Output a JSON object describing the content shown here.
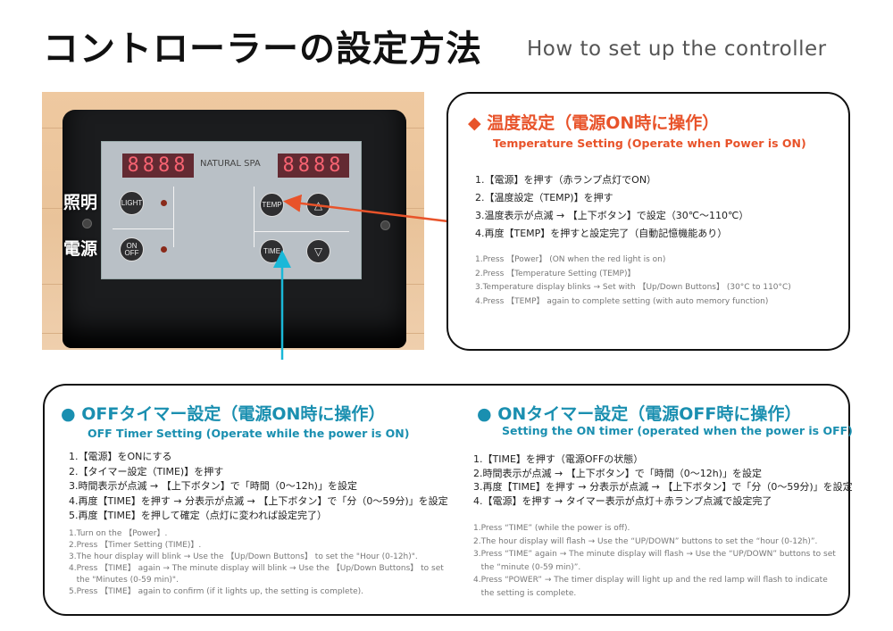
{
  "header": {
    "title": "コントローラーの設定方法",
    "subtitle": "How to set up the controller"
  },
  "colors": {
    "temp_accent": "#e8532a",
    "timer_accent": "#1a8fb0"
  },
  "photo": {
    "labels": {
      "light": "照明",
      "power": "電源"
    },
    "brand": "NATURAL SPA",
    "left_display": "8888",
    "right_display": "8888",
    "buttons": {
      "light": "LIGHT",
      "on": "ON",
      "off": "OFF",
      "temp": "TEMP",
      "time": "TIME",
      "up": "△",
      "down": "▽"
    }
  },
  "temp": {
    "marker": "◆",
    "title": "温度設定（電源ON時に操作）",
    "subtitle": "Temperature Setting (Operate when Power is ON)",
    "jp": [
      "1.【電源】を押す（赤ランプ点灯でON）",
      "2.【温度設定（TEMP)】を押す",
      "3.温度表示が点滅 → 【上下ボタン】で設定（30℃〜110℃）",
      "4.再度【TEMP】を押すと設定完了（自動記憶機能あり）"
    ],
    "en": [
      "1.Press 【Power】 (ON when the red light is on)",
      "2.Press 【Temperature Setting (TEMP)】",
      "3.Temperature display blinks → Set with 【Up/Down Buttons】 (30°C to 110°C)",
      "4.Press 【TEMP】 again to complete setting (with auto memory function)"
    ]
  },
  "off_timer": {
    "marker": "●",
    "title": "OFFタイマー設定（電源ON時に操作）",
    "subtitle": "OFF Timer Setting (Operate while the power is ON)",
    "jp": [
      "1.【電源】をONにする",
      "2.【タイマー設定（TIME)】を押す",
      "3.時間表示が点滅 → 【上下ボタン】で「時間（0〜12h)」を設定",
      "4.再度【TIME】を押す → 分表示が点滅 → 【上下ボタン】で「分（0〜59分)」を設定",
      "5.再度【TIME】を押して確定（点灯に変われば設定完了）"
    ],
    "en": [
      "1.Turn on the 【Power】.",
      "2.Press 【Timer Setting (TIME)】.",
      "3.The hour display will blink → Use the 【Up/Down Buttons】 to set the \"Hour (0-12h)\".",
      "4.Press 【TIME】 again → The minute display will blink → Use the 【Up/Down Buttons】 to set",
      "   the \"Minutes (0-59 min)\".",
      "5.Press 【TIME】 again to confirm (if it lights up, the setting is complete)."
    ]
  },
  "on_timer": {
    "marker": "●",
    "title": "ONタイマー設定（電源OFF時に操作）",
    "subtitle": "Setting the ON timer (operated when the power is OFF)",
    "jp": [
      "1.【TIME】を押す（電源OFFの状態）",
      "2.時間表示が点滅 → 【上下ボタン】で「時間（0〜12h)」を設定",
      "3.再度【TIME】を押す → 分表示が点滅 → 【上下ボタン】で「分（0〜59分)」を設定",
      "4.【電源】を押す → タイマー表示が点灯＋赤ランプ点滅で設定完了"
    ],
    "en": [
      "1.Press “TIME” (while the power is off).",
      "2.The hour display will flash → Use the “UP/DOWN” buttons to set the “hour (0-12h)”.",
      "3.Press “TIME” again → The minute display will flash → Use the “UP/DOWN” buttons to set",
      "   the “minute (0-59 min)”.",
      "4.Press “POWER” → The timer display will light up and the red lamp will flash to indicate",
      "   the setting is complete."
    ]
  }
}
